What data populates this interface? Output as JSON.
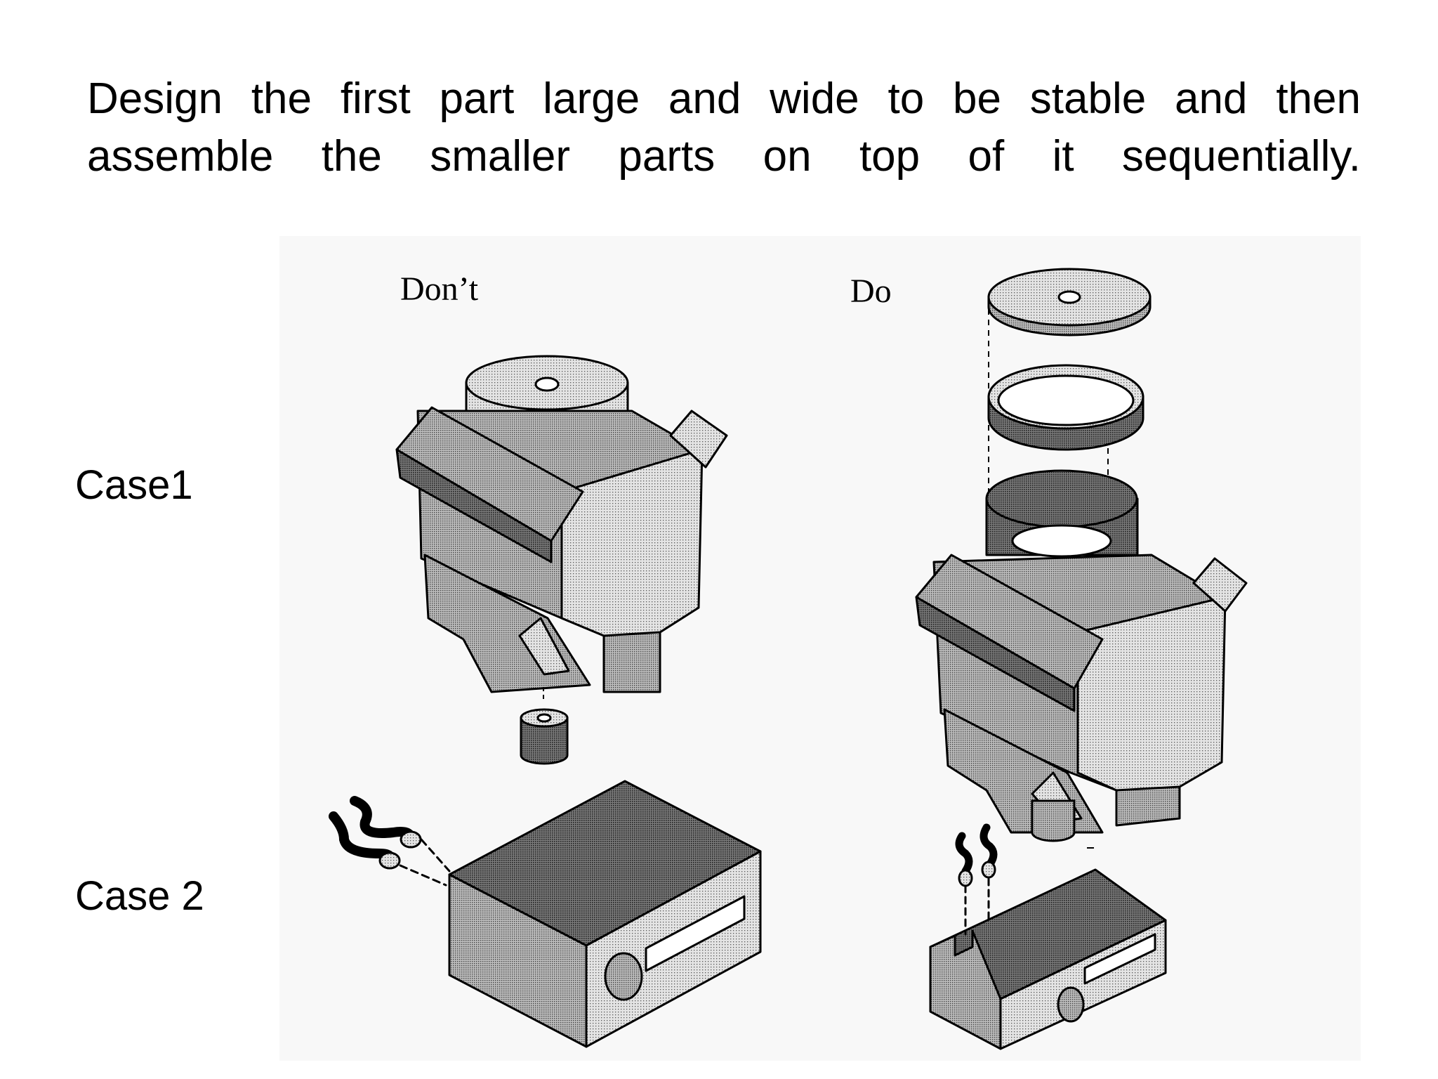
{
  "slide": {
    "title_line1": "Design the first part large and wide to be stable and then",
    "title_line2": "assemble the smaller parts on top of it sequentially.",
    "case1_label": "Case1",
    "case2_label": "Case 2"
  },
  "figure": {
    "dont_label": "Don’t",
    "do_label": "Do"
  }
}
